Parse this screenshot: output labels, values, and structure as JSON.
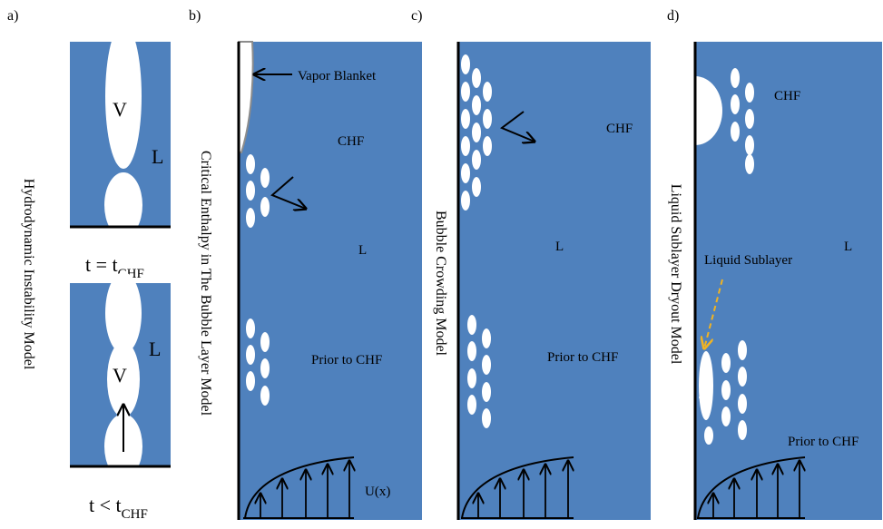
{
  "panels": {
    "a": {
      "letter": "a)",
      "side_title": "Hydrodynamic Instability Model",
      "top_box": {
        "vapor": "V",
        "liquid": "L"
      },
      "mid_caption": {
        "base": "t = t",
        "sub": "CHF"
      },
      "bottom_box": {
        "vapor": "V",
        "liquid": "L"
      },
      "bottom_caption": {
        "base": "t < t",
        "sub": "CHF"
      }
    },
    "b": {
      "letter": "b)",
      "side_title": "Critical Enthalpy in The Bubble Layer Model",
      "vapor_blanket": "Vapor Blanket",
      "chf": "CHF",
      "liquid": "L",
      "prior": "Prior to CHF",
      "velocity": "U(x)"
    },
    "c": {
      "letter": "c)",
      "side_title": "Bubble Crowding Model",
      "chf": "CHF",
      "liquid": "L",
      "prior": "Prior to CHF"
    },
    "d": {
      "letter": "d)",
      "side_title": "Liquid Sublayer Dryout Model",
      "chf": "CHF",
      "liquid": "L",
      "sublayer": "Liquid Sublayer",
      "prior": "Prior to CHF"
    }
  },
  "colors": {
    "liquid_fill": "#4f81bd",
    "vapor": "#ffffff",
    "wall": "#000000",
    "sublayer_arrow": "#f0b323"
  }
}
